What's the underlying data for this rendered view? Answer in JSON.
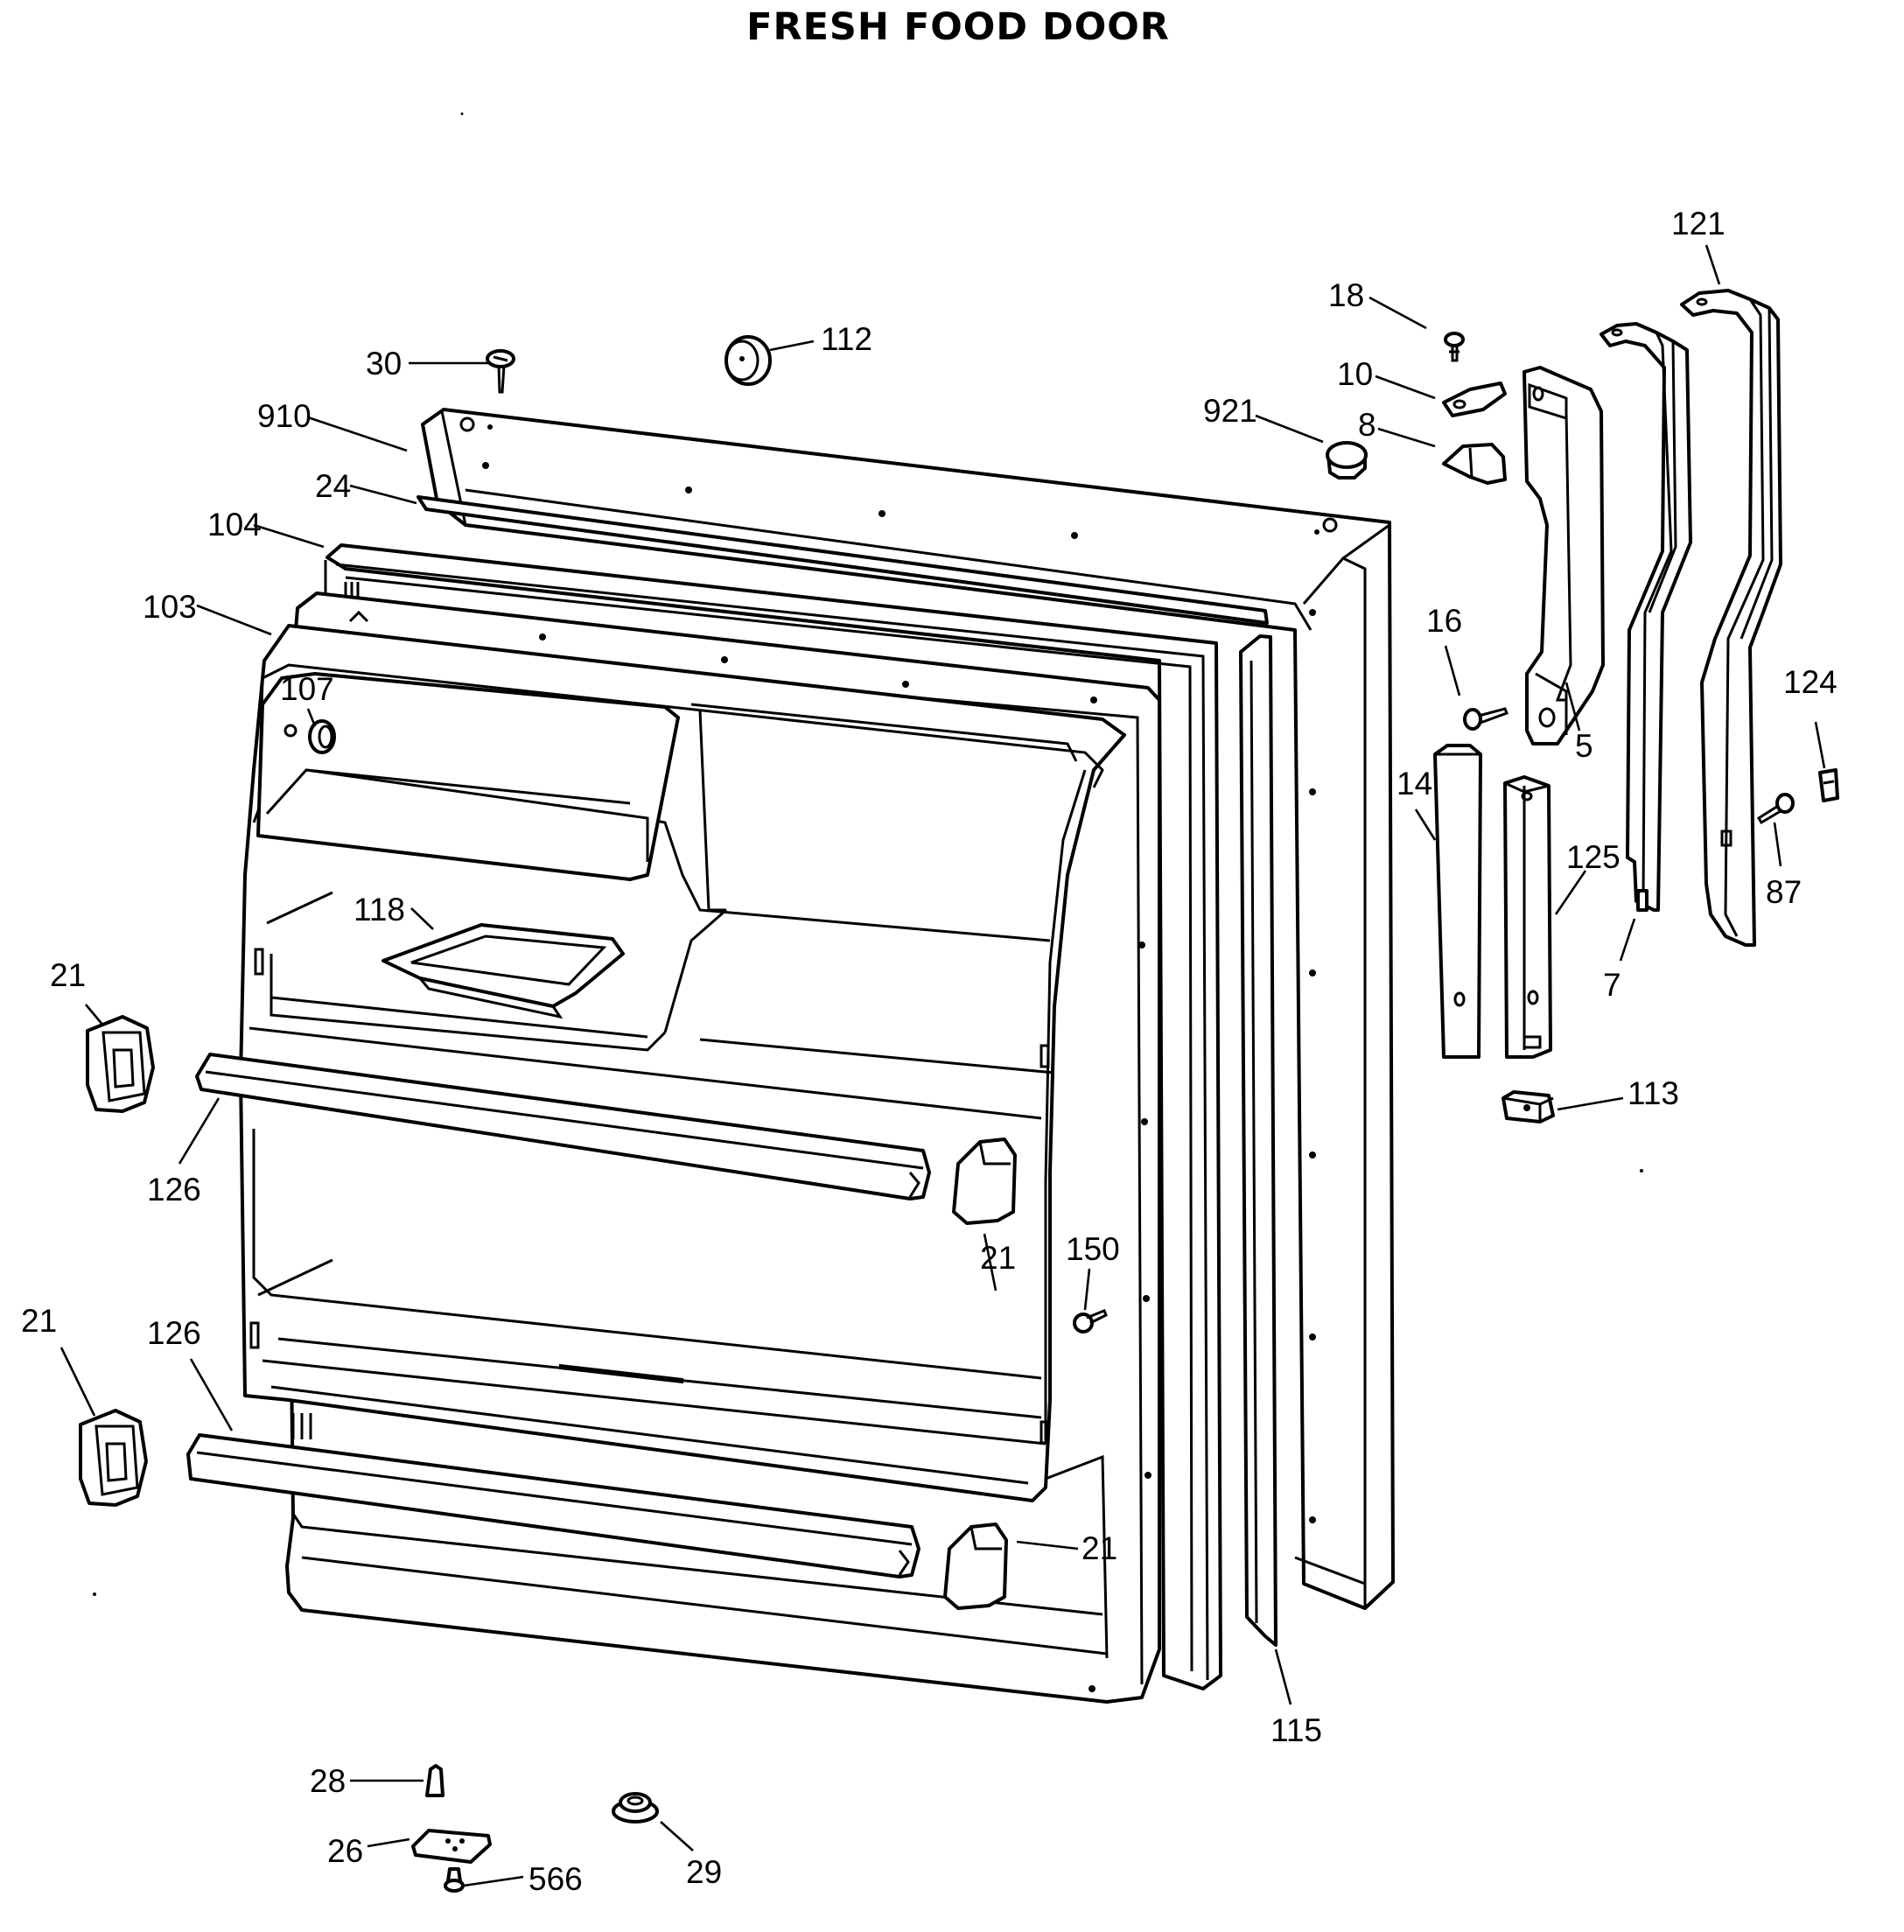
{
  "title": "FRESH FOOD DOOR",
  "callouts": [
    {
      "id": "c30",
      "text": "30"
    },
    {
      "id": "c112",
      "text": "112"
    },
    {
      "id": "c910",
      "text": "910"
    },
    {
      "id": "c24",
      "text": "24"
    },
    {
      "id": "c104",
      "text": "104"
    },
    {
      "id": "c103",
      "text": "103"
    },
    {
      "id": "c107",
      "text": "107"
    },
    {
      "id": "c118",
      "text": "118"
    },
    {
      "id": "c21a",
      "text": "21"
    },
    {
      "id": "c126a",
      "text": "126"
    },
    {
      "id": "c21b",
      "text": "21"
    },
    {
      "id": "c21c",
      "text": "21"
    },
    {
      "id": "c126b",
      "text": "126"
    },
    {
      "id": "c21d",
      "text": "21"
    },
    {
      "id": "c150",
      "text": "150"
    },
    {
      "id": "c921",
      "text": "921"
    },
    {
      "id": "c18",
      "text": "18"
    },
    {
      "id": "c10",
      "text": "10"
    },
    {
      "id": "c8",
      "text": "8"
    },
    {
      "id": "c121",
      "text": "121"
    },
    {
      "id": "c16",
      "text": "16"
    },
    {
      "id": "c5",
      "text": "5"
    },
    {
      "id": "c14",
      "text": "14"
    },
    {
      "id": "c125",
      "text": "125"
    },
    {
      "id": "c124",
      "text": "124"
    },
    {
      "id": "c87",
      "text": "87"
    },
    {
      "id": "c7",
      "text": "7"
    },
    {
      "id": "c113",
      "text": "113"
    },
    {
      "id": "c115",
      "text": "115"
    },
    {
      "id": "c28",
      "text": "28"
    },
    {
      "id": "c26",
      "text": "26"
    },
    {
      "id": "c566",
      "text": "566"
    },
    {
      "id": "c29",
      "text": "29"
    }
  ]
}
